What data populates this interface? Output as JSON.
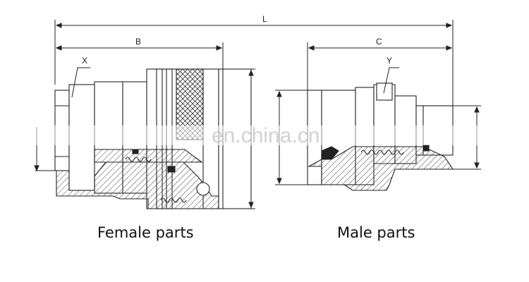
{
  "dimensions": {
    "overall_length": "L",
    "female_length": "B",
    "male_length": "C"
  },
  "callouts": {
    "female_marker": "X",
    "male_marker": "Y"
  },
  "captions": {
    "female": "Female parts",
    "male": "Male parts"
  },
  "watermark": "en.china.cn",
  "colors": {
    "line": "#222222",
    "hatch": "#555555",
    "background": "#ffffff"
  }
}
